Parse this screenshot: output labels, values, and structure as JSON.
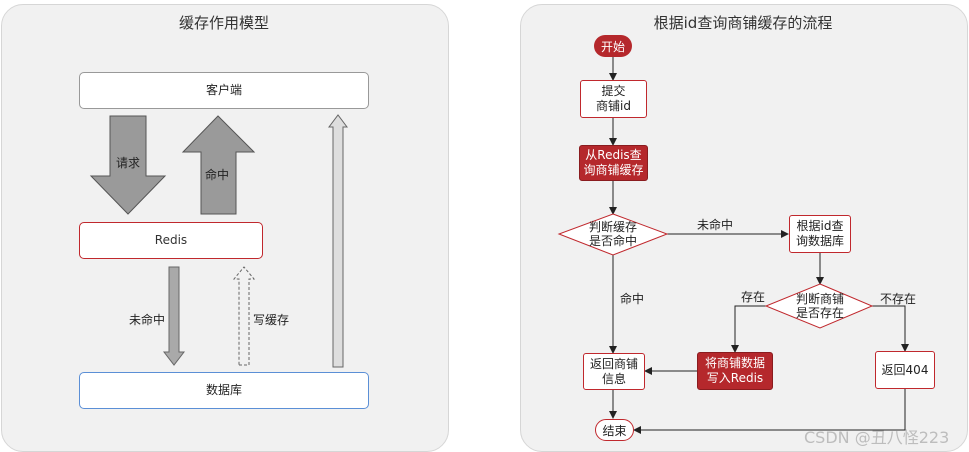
{
  "left_panel": {
    "title": "缓存作用模型",
    "client": "客户端",
    "redis": "Redis",
    "database": "数据库",
    "request": "请求",
    "hit": "命中",
    "miss": "未命中",
    "write_cache": "写缓存"
  },
  "right_panel": {
    "title": "根据id查询商铺缓存的流程",
    "start": "开始",
    "submit_line1": "提交",
    "submit_line2": "商铺id",
    "query_redis_line1": "从Redis查",
    "query_redis_line2": "询商铺缓存",
    "judge_cache_line1": "判断缓存",
    "judge_cache_line2": "是否命中",
    "miss": "未命中",
    "query_db_line1": "根据id查",
    "query_db_line2": "询数据库",
    "hit": "命中",
    "exists": "存在",
    "not_exists": "不存在",
    "judge_shop_line1": "判断商铺",
    "judge_shop_line2": "是否存在",
    "return_shop_line1": "返回商铺",
    "return_shop_line2": "信息",
    "write_redis_line1": "将商铺数据",
    "write_redis_line2": "写入Redis",
    "return_404": "返回404",
    "end": "结束"
  },
  "watermark": "CSDN @丑八怪223",
  "colors": {
    "accent_red": "#b5282c",
    "db_border": "#5b8fd6"
  }
}
